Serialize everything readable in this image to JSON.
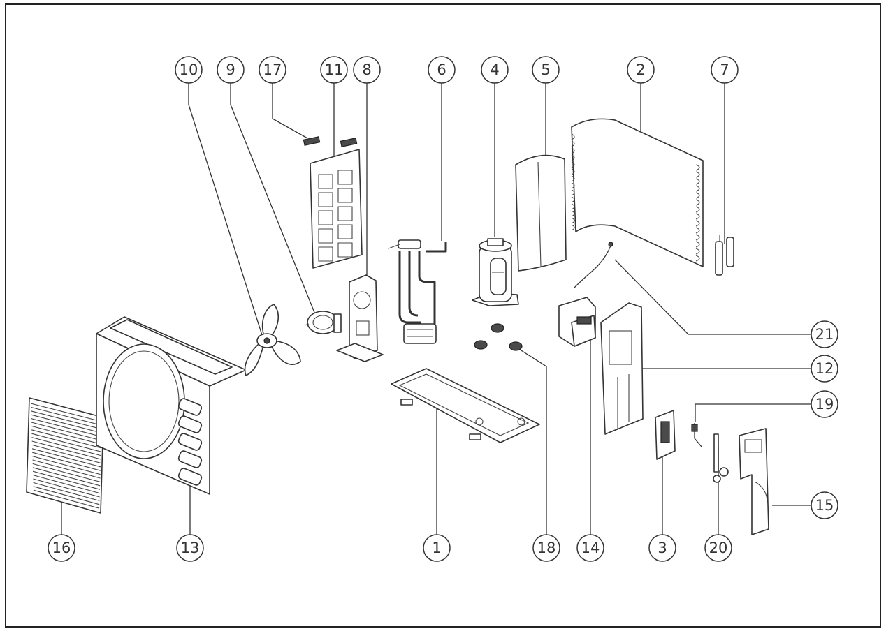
{
  "callouts": [
    {
      "label": "10",
      "name": "callout-10"
    },
    {
      "label": "9",
      "name": "callout-9"
    },
    {
      "label": "17",
      "name": "callout-17"
    },
    {
      "label": "11",
      "name": "callout-11"
    },
    {
      "label": "8",
      "name": "callout-8"
    },
    {
      "label": "6",
      "name": "callout-6"
    },
    {
      "label": "4",
      "name": "callout-4"
    },
    {
      "label": "5",
      "name": "callout-5"
    },
    {
      "label": "2",
      "name": "callout-2"
    },
    {
      "label": "7",
      "name": "callout-7"
    },
    {
      "label": "21",
      "name": "callout-21"
    },
    {
      "label": "12",
      "name": "callout-12"
    },
    {
      "label": "19",
      "name": "callout-19"
    },
    {
      "label": "15",
      "name": "callout-15"
    },
    {
      "label": "16",
      "name": "callout-16"
    },
    {
      "label": "13",
      "name": "callout-13"
    },
    {
      "label": "1",
      "name": "callout-1"
    },
    {
      "label": "18",
      "name": "callout-18"
    },
    {
      "label": "14",
      "name": "callout-14"
    },
    {
      "label": "3",
      "name": "callout-3"
    },
    {
      "label": "20",
      "name": "callout-20"
    }
  ]
}
